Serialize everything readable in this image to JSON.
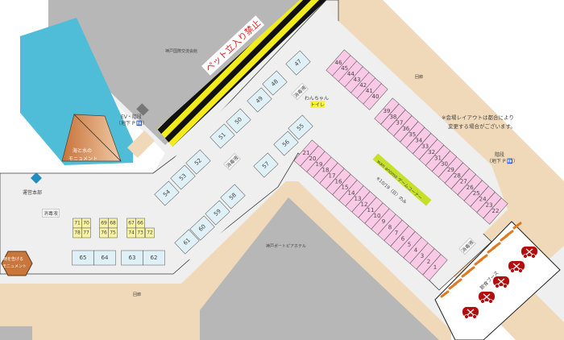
{
  "labels": {
    "kokusai_hall": "神戸国際交流会館",
    "portopia_hotel": "神戸ポートピアホテル",
    "corridor_top": "回廊",
    "corridor_bottom": "回廊",
    "no_pets": "ペット立入り禁止",
    "ev_stairs": "EV・階段",
    "ev_stairs_sub": "（地下 P 🚻）",
    "stairs_right": "階段",
    "stairs_right_sub": "（地下 P 🚻）",
    "monument_sea": [
      "海と水の",
      "モニュメント"
    ],
    "monument_time": [
      "時を告げる",
      "モニュメント"
    ],
    "hq": "運営本部",
    "disinfectant": "消毒液",
    "dog_toilet": [
      "わんちゃん",
      "トイレ"
    ],
    "game_corner": "wan anomo ゲームコーナー",
    "game_corner_note": "※10/19（日）のみ",
    "food_booth": "飲食ブース",
    "layout_note": [
      "※会場レイアウトは都合により",
      "変更する場合がございます。"
    ]
  },
  "booths": {
    "pink_strip_1": [
      "21",
      "20",
      "19",
      "18",
      "17",
      "16",
      "15",
      "14",
      "13",
      "12",
      "11",
      "10",
      "9",
      "8",
      "7",
      "6",
      "5",
      "4",
      "3",
      "2",
      "1"
    ],
    "pink_strip_2": [
      "39",
      "38",
      "37",
      "36",
      "35",
      "34",
      "33",
      "32",
      "31",
      "30",
      "29",
      "28",
      "27",
      "26",
      "25",
      "24",
      "23",
      "22"
    ],
    "pink_strip_3": [
      "46",
      "45",
      "44",
      "43",
      "42",
      "41",
      "40"
    ],
    "blue_diagonal": [
      "47",
      "48",
      "49",
      "50",
      "51",
      "52",
      "53",
      "54",
      "55",
      "56",
      "57",
      "58",
      "59",
      "60",
      "61"
    ],
    "blue_row": [
      "65",
      "64",
      "63",
      "62"
    ],
    "yellow_top": [
      "71",
      "70",
      "69",
      "68",
      "67",
      "66"
    ],
    "yellow_bottom": [
      "78",
      "77",
      "76",
      "75",
      "74",
      "73",
      "72"
    ]
  },
  "colors": {
    "pink": "#f9c9e6",
    "blue": "#dff0f7",
    "yellow": "#f7f3a0",
    "beige": "#f0d9b8",
    "building": "#b7b7b7",
    "water": "#4fbcd8",
    "car": "#b30d0d",
    "game": "#c6e02a"
  }
}
